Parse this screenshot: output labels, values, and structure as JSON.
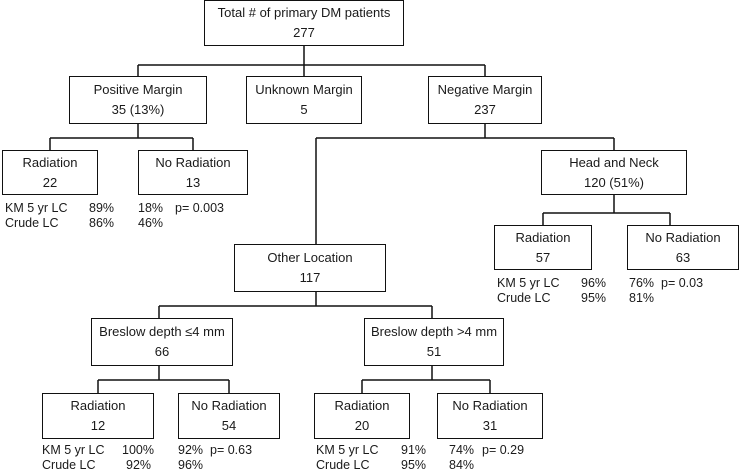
{
  "nodes": {
    "total": {
      "label": "Total # of primary DM patients",
      "value": "277"
    },
    "positive": {
      "label": "Positive Margin",
      "value": "35 (13%)"
    },
    "unknown": {
      "label": "Unknown Margin",
      "value": "5"
    },
    "negative": {
      "label": "Negative Margin",
      "value": "237"
    },
    "pos_rad": {
      "label": "Radiation",
      "value": "22"
    },
    "pos_norad": {
      "label": "No Radiation",
      "value": "13"
    },
    "head_neck": {
      "label": "Head and Neck",
      "value": "120 (51%)"
    },
    "hn_rad": {
      "label": "Radiation",
      "value": "57"
    },
    "hn_norad": {
      "label": "No Radiation",
      "value": "63"
    },
    "other": {
      "label": "Other Location",
      "value": "117"
    },
    "breslow_le4": {
      "label": "Breslow depth ≤4 mm",
      "value": "66"
    },
    "breslow_gt4": {
      "label": "Breslow depth >4 mm",
      "value": "51"
    },
    "le4_rad": {
      "label": "Radiation",
      "value": "12"
    },
    "le4_norad": {
      "label": "No Radiation",
      "value": "54"
    },
    "gt4_rad": {
      "label": "Radiation",
      "value": "20"
    },
    "gt4_norad": {
      "label": "No Radiation",
      "value": "31"
    }
  },
  "stats": {
    "positive": {
      "km_label": "KM 5 yr LC",
      "crude_label": "Crude LC",
      "km_rad": "89%",
      "km_norad": "18%",
      "p": "p= 0.003",
      "crude_rad": "86%",
      "crude_norad": "46%"
    },
    "head_neck": {
      "km_label": "KM 5 yr LC",
      "crude_label": "Crude LC",
      "km_rad": "96%",
      "km_norad": "76%",
      "p": "p= 0.03",
      "crude_rad": "95%",
      "crude_norad": "81%"
    },
    "breslow_le4": {
      "km_label": "KM 5 yr LC",
      "crude_label": "Crude LC",
      "km_rad": "100%",
      "km_norad": "92%",
      "p": "p= 0.63",
      "crude_rad": "92%",
      "crude_norad": "96%"
    },
    "breslow_gt4": {
      "km_label": "KM 5 yr LC",
      "crude_label": "Crude LC",
      "km_rad": "91%",
      "km_norad": "74%",
      "p": "p= 0.29",
      "crude_rad": "95%",
      "crude_norad": "84%"
    }
  }
}
